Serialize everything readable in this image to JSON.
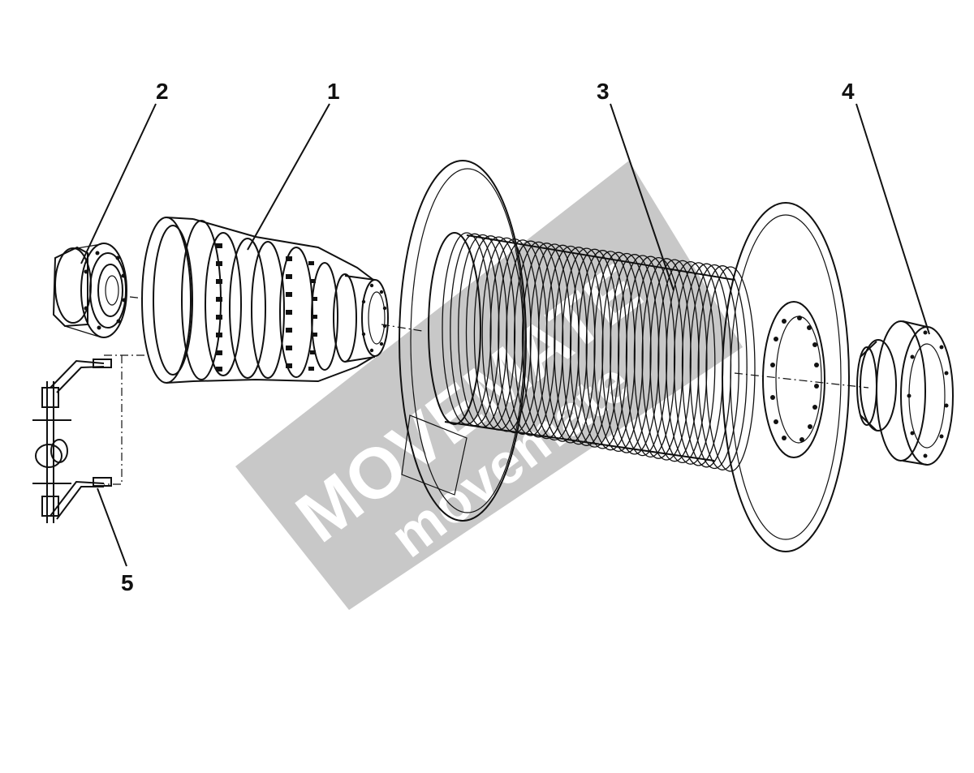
{
  "diagram": {
    "callouts": [
      {
        "id": "1",
        "label": "1"
      },
      {
        "id": "2",
        "label": "2"
      },
      {
        "id": "3",
        "label": "3"
      },
      {
        "id": "4",
        "label": "4"
      },
      {
        "id": "5",
        "label": "5"
      }
    ],
    "watermark": {
      "line1": "MOVEMATE",
      "line2": "movemate",
      "color": "#c8c8c8"
    },
    "colors": {
      "line": "#111111",
      "background": "#ffffff"
    }
  }
}
